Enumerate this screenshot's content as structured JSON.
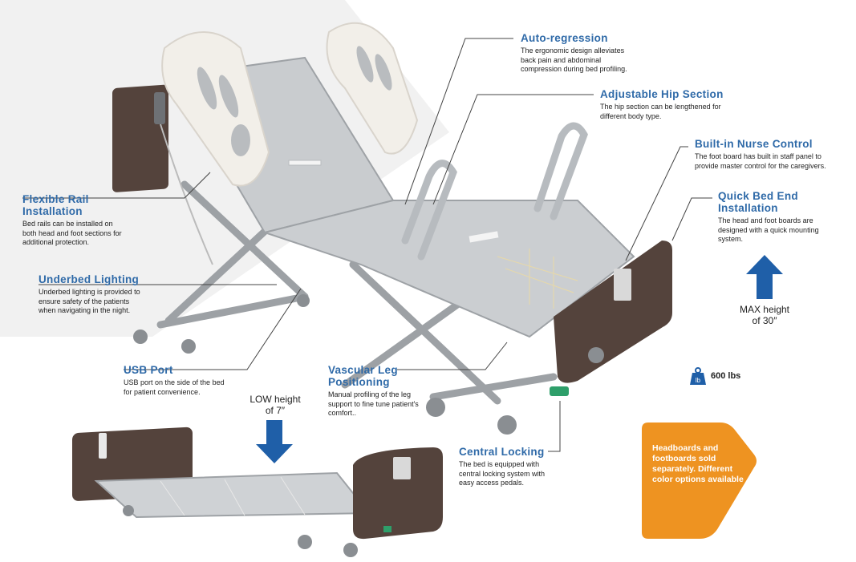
{
  "features": {
    "auto_regression": {
      "title": "Auto-regression",
      "desc": "The ergonomic design alleviates back pain and abdominal compression during bed profiling."
    },
    "adjustable_hip": {
      "title": "Adjustable Hip Section",
      "desc": "The hip section can be lengthened for different body type."
    },
    "nurse_control": {
      "title": "Built-in Nurse Control",
      "desc": "The foot board has built in staff panel to provide master control for the caregivers."
    },
    "quick_bed_end": {
      "title": "Quick Bed End Installation",
      "desc": "The head and foot boards are designed with a quick mounting system."
    },
    "flexible_rail": {
      "title": "Flexible Rail Installation",
      "desc": "Bed rails can be installed on both head and foot sections for additional protection."
    },
    "underbed_lighting": {
      "title": "Underbed Lighting",
      "desc": "Underbed lighting is provided to ensure safety of the patients when navigating in the night."
    },
    "usb_port": {
      "title": "USB Port",
      "desc": "USB port on the side of the bed for patient convenience."
    },
    "vascular_leg": {
      "title": "Vascular Leg Positioning",
      "desc": "Manual profiling of the leg support to fine tune patient's comfort.."
    },
    "central_locking": {
      "title": "Central Locking",
      "desc": "The bed is equipped with central locking system with easy access pedals."
    }
  },
  "heights": {
    "max_line1": "MAX height",
    "max_line2": "of 30″",
    "low_line1": "LOW height",
    "low_line2": "of 7″"
  },
  "capacity": {
    "icon_letter": "lb",
    "label": "600 lbs"
  },
  "promo": {
    "text": "Headboards and footboards sold separately. Different color options available"
  },
  "colors": {
    "accent_blue": "#2f6aa8",
    "arrow_blue": "#1f5fa8",
    "promo_orange": "#ee9321",
    "board_brown": "#54433c",
    "frame_gray": "#a7abae"
  }
}
